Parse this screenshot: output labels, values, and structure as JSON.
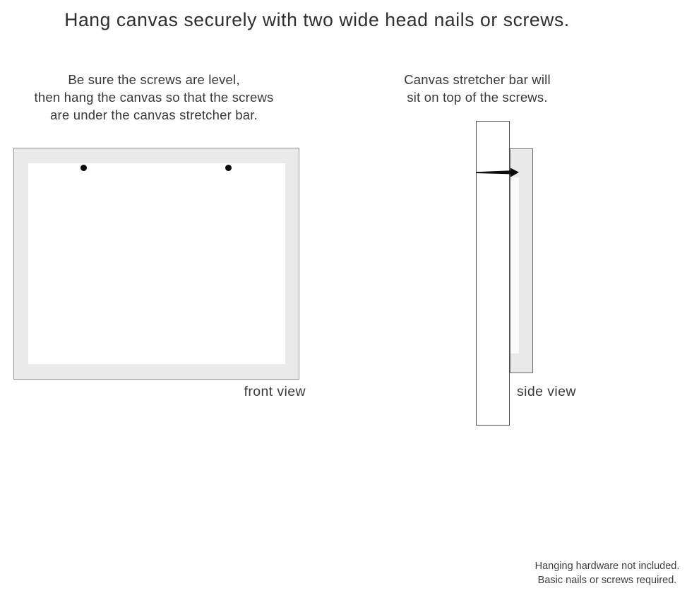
{
  "title": "Hang canvas securely with two wide head nails or screws.",
  "instructions": {
    "front": {
      "lines": [
        "Be sure the screws are level,",
        "then hang the canvas so that the screws",
        "are under the canvas stretcher bar."
      ]
    },
    "side": {
      "lines": [
        "Canvas stretcher bar will",
        "sit on top of the screws."
      ]
    }
  },
  "front_view": {
    "label": "front view",
    "screw_count": 2
  },
  "side_view": {
    "label": "side view"
  },
  "footnote": {
    "lines": [
      "Hanging hardware not included.",
      "Basic nails or screws required."
    ]
  },
  "colors": {
    "background": "#ffffff",
    "frame_gray": "#eaeaea",
    "frame_border_light": "#949494",
    "side_border_dark": "#4f4f4f",
    "recess_white": "#fafafa",
    "nail_black": "#0d0d0d",
    "title_text": "#2e2e2e",
    "body_text": "#383838"
  }
}
